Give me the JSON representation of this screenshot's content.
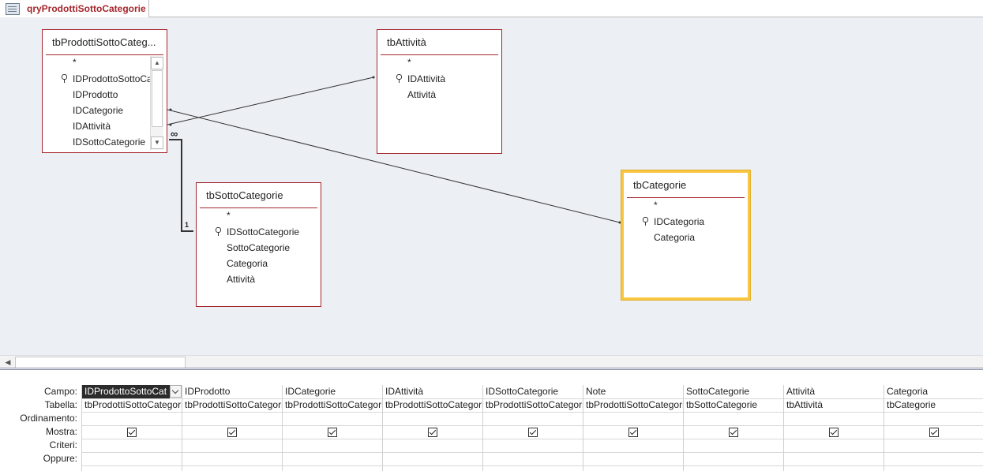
{
  "tab": {
    "title": "qryProdottiSottoCategorie"
  },
  "tables": {
    "t1": {
      "title": "tbProdottiSottoCateg...",
      "fields": [
        "*",
        "IDProdottoSottoCa",
        "IDProdotto",
        "IDCategorie",
        "IDAttività",
        "IDSottoCategorie"
      ]
    },
    "t2": {
      "title": "tbAttività",
      "fields": [
        "*",
        "IDAttività",
        "Attività"
      ]
    },
    "t3": {
      "title": "tbSottoCategorie",
      "fields": [
        "*",
        "IDSottoCategorie",
        "SottoCategorie",
        "Categoria",
        "Attività"
      ]
    },
    "t4": {
      "title": "tbCategorie",
      "fields": [
        "*",
        "IDCategoria",
        "Categoria"
      ]
    }
  },
  "relation": {
    "one": "1",
    "many": "∞"
  },
  "grid": {
    "labels": {
      "campo": "Campo:",
      "tabella": "Tabella:",
      "ordinamento": "Ordinamento:",
      "mostra": "Mostra:",
      "criteri": "Criteri:",
      "oppure": "Oppure:"
    },
    "columns": [
      {
        "campo": "IDProdottoSottoCat",
        "tabella": "tbProdottiSottoCategorie",
        "mostra": true
      },
      {
        "campo": "IDProdotto",
        "tabella": "tbProdottiSottoCategorie",
        "mostra": true
      },
      {
        "campo": "IDCategorie",
        "tabella": "tbProdottiSottoCategorie",
        "mostra": true
      },
      {
        "campo": "IDAttività",
        "tabella": "tbProdottiSottoCategorie",
        "mostra": true
      },
      {
        "campo": "IDSottoCategorie",
        "tabella": "tbProdottiSottoCategorie",
        "mostra": true
      },
      {
        "campo": "Note",
        "tabella": "tbProdottiSottoCategorie",
        "mostra": true
      },
      {
        "campo": "SottoCategorie",
        "tabella": "tbSottoCategorie",
        "mostra": true
      },
      {
        "campo": "Attività",
        "tabella": "tbAttività",
        "mostra": true
      },
      {
        "campo": "Categoria",
        "tabella": "tbCategorie",
        "mostra": true
      }
    ]
  }
}
